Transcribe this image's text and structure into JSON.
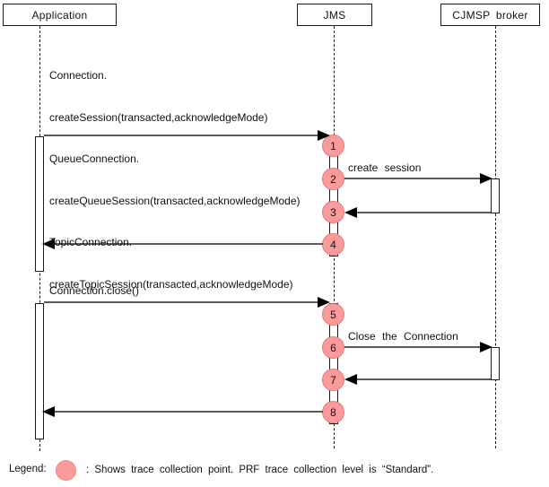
{
  "diagram": {
    "actors": [
      {
        "id": "application",
        "label": "Application"
      },
      {
        "id": "jms",
        "label": "JMS"
      },
      {
        "id": "cjmsp-broker",
        "label": "CJMSP broker"
      }
    ],
    "call_labels": {
      "open_block": [
        "Connection.",
        "createSession(transacted,acknowledgeMode)",
        "QueueConnection.",
        "createQueueSession(transacted,acknowledgeMode)",
        "TopicConnection.",
        "createTopicSession(transacted,acknowledgeMode)"
      ],
      "close_call": "Connection.close()",
      "create_session": "create session",
      "close_connection": "Close the Connection"
    },
    "trace_points": [
      "1",
      "2",
      "3",
      "4",
      "5",
      "6",
      "7",
      "8"
    ],
    "colors": {
      "trace_fill": "#F99B9B",
      "trace_border": "#E87878",
      "arrow": "#5A5A5A"
    }
  },
  "legend": {
    "label": "Legend:",
    "text": ": Shows trace collection point. PRF trace collection level is “Standard”."
  }
}
